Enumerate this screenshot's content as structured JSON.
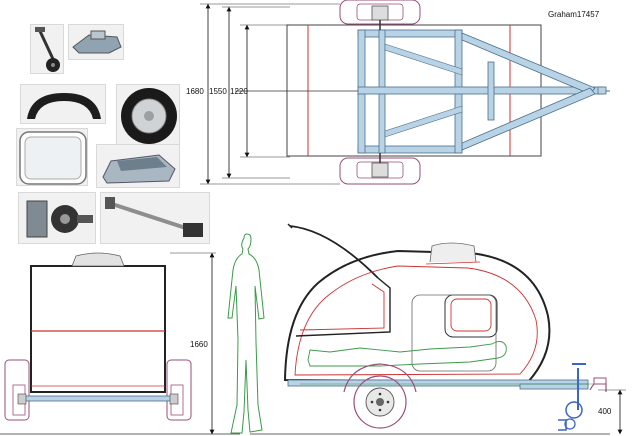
{
  "author": "Graham17457",
  "dimensions": {
    "width_outer": "1680",
    "width_mid": "1550",
    "width_inner": "1220",
    "height": "1660",
    "hitch_height": "400"
  },
  "component_photos": [
    {
      "name": "jockey-wheel-photo"
    },
    {
      "name": "tow-hitch-photo"
    },
    {
      "name": "fender-photo"
    },
    {
      "name": "wheel-photo"
    },
    {
      "name": "window-photo"
    },
    {
      "name": "roof-vent-photo"
    },
    {
      "name": "hub-assembly-photo"
    },
    {
      "name": "axle-photo"
    }
  ],
  "colors": {
    "frame": "#b9d3e6",
    "frame_stroke": "#4a6f8a",
    "outline": "#222222",
    "red_line": "#cc3333",
    "wheel_pink": "#9a4f7a",
    "figure_green": "#3c9a4a",
    "hitch_blue": "#3a66c4"
  }
}
